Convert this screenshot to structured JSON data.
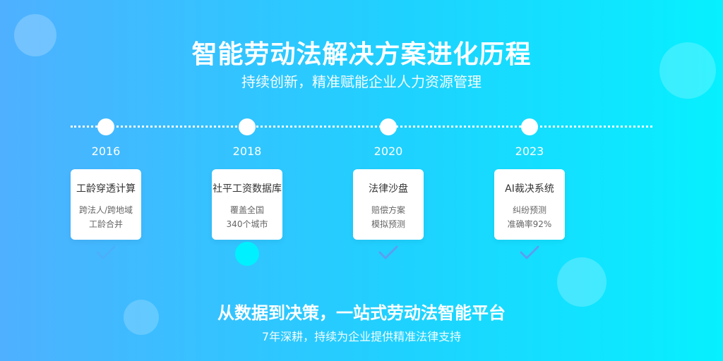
{
  "header": {
    "title": "智能劳动法解决方案进化历程",
    "subtitle": "持续创新，精准赋能企业人力资源管理"
  },
  "timeline": {
    "milestones": [
      {
        "year": "2016",
        "title": "工龄穿透计算",
        "line1": "跨法人/跨地域",
        "line2": "工龄合并",
        "status_icon": "check-icon"
      },
      {
        "year": "2018",
        "title": "社平工资数据库",
        "line1": "覆盖全国",
        "line2": "340个城市",
        "status_icon": "circle-icon"
      },
      {
        "year": "2020",
        "title": "法律沙盘",
        "line1": "赔偿方案",
        "line2": "模拟预测",
        "status_icon": "check-icon"
      },
      {
        "year": "2023",
        "title": "AI裁决系统",
        "line1": "纠纷预测",
        "line2": "准确率92%",
        "status_icon": "check-icon"
      }
    ]
  },
  "footer": {
    "tagline": "从数据到决策，一站式劳动法智能平台",
    "subline": "7年深耕，持续为企业提供精准法律支持"
  },
  "colors": {
    "gradient_start": "#4fb0ff",
    "gradient_end": "#06f0ff",
    "card_bg": "#ffffff",
    "check": "#5b9ef2",
    "accent_circle": "#00f0ff"
  }
}
